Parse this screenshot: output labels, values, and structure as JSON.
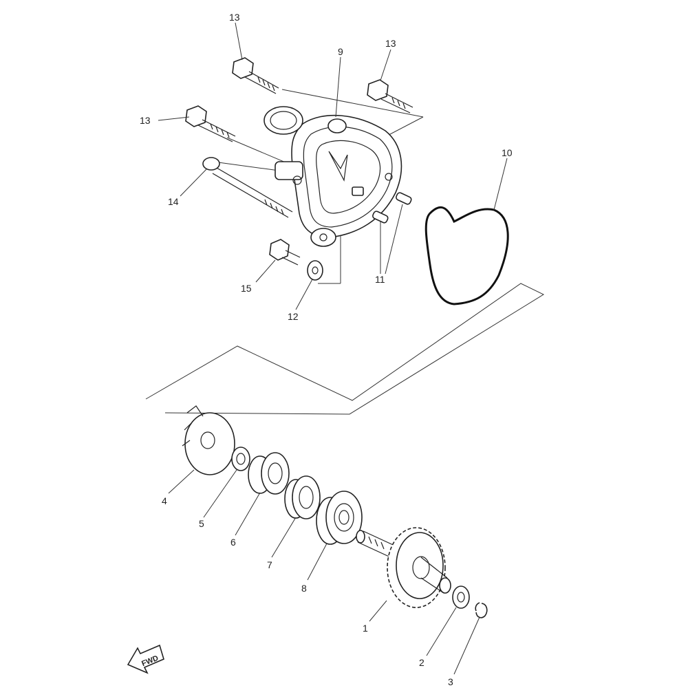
{
  "diagram": {
    "callouts": {
      "p1": "1",
      "p2": "2",
      "p3": "3",
      "p4": "4",
      "p5": "5",
      "p6": "6",
      "p7": "7",
      "p8": "8",
      "p9": "9",
      "p10": "10",
      "p11": "11",
      "p12": "12",
      "p13a": "13",
      "p13b": "13",
      "p13c": "13",
      "p14": "14",
      "p15": "15"
    },
    "fwd_badge": "FWD"
  }
}
